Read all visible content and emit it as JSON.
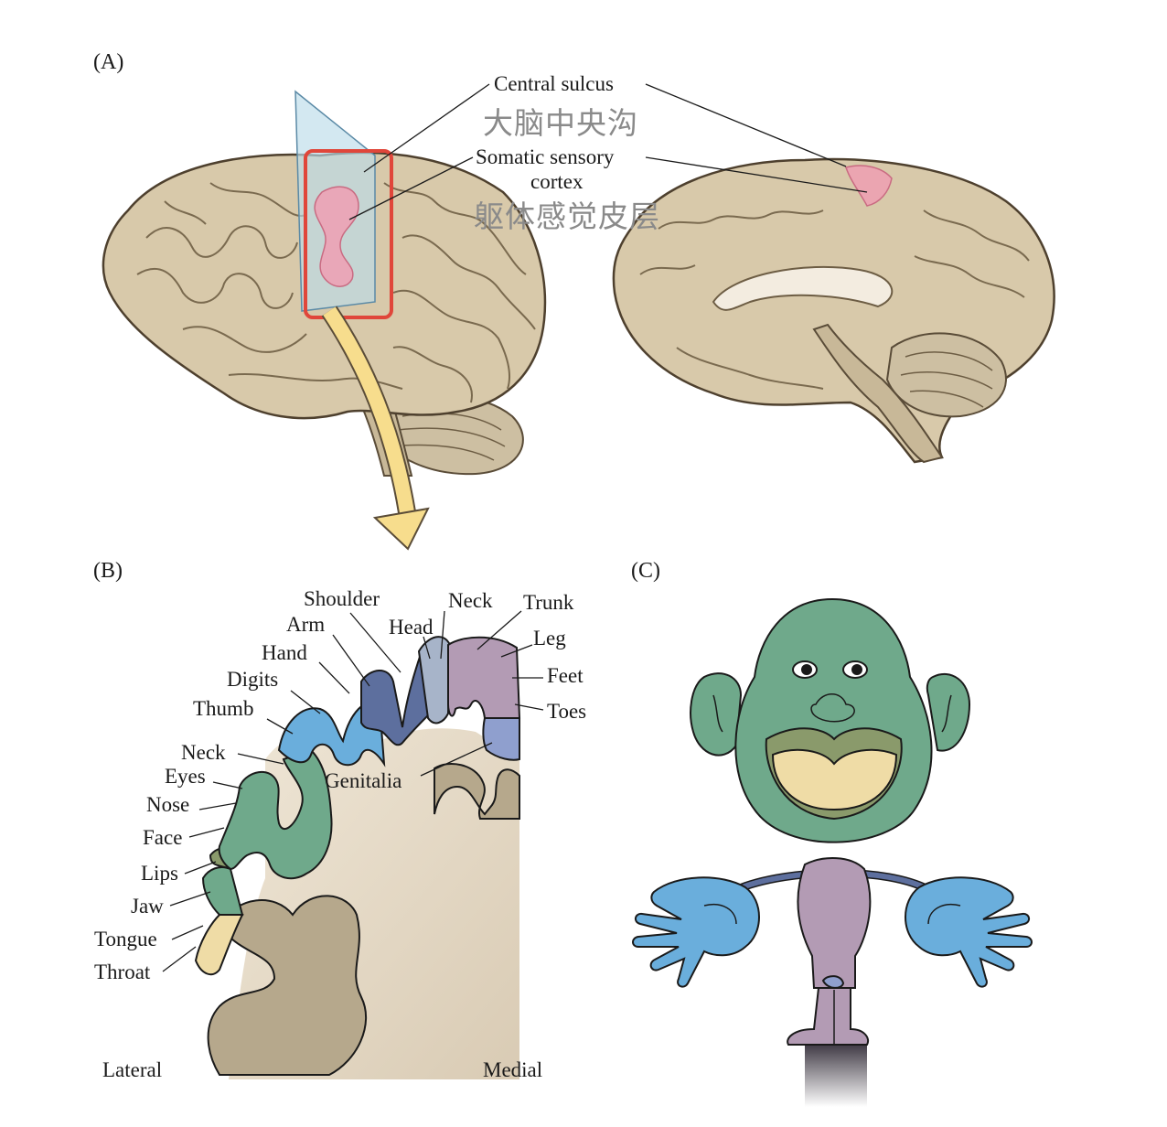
{
  "panels": {
    "a": "(A)",
    "b": "(B)",
    "c": "(C)"
  },
  "panel_a": {
    "central_sulcus": "Central sulcus",
    "central_sulcus_zh": "大脑中央沟",
    "somatic_line1": "Somatic sensory",
    "somatic_line2": "cortex",
    "somatic_zh": "躯体感觉皮层",
    "highlight_color": "#e0463a"
  },
  "panel_b": {
    "labels": {
      "shoulder": "Shoulder",
      "neck_top": "Neck",
      "trunk": "Trunk",
      "arm": "Arm",
      "head": "Head",
      "leg": "Leg",
      "hand": "Hand",
      "feet": "Feet",
      "digits": "Digits",
      "thumb": "Thumb",
      "toes": "Toes",
      "neck": "Neck",
      "eyes": "Eyes",
      "genitalia": "Genitalia",
      "nose": "Nose",
      "face": "Face",
      "lips": "Lips",
      "jaw": "Jaw",
      "tongue": "Tongue",
      "throat": "Throat",
      "lateral": "Lateral",
      "medial": "Medial"
    },
    "colors": {
      "head_face": "#6fa98b",
      "hand": "#6aaedc",
      "arm_shoulder": "#5d6f9e",
      "head": "#a7b4c9",
      "trunk_leg": "#b39bb4",
      "genitalia": "#8f9fce",
      "tongue_throat": "#efdca6",
      "lips": "#8a9a6b",
      "unlabeled": "#b6a88c"
    }
  }
}
